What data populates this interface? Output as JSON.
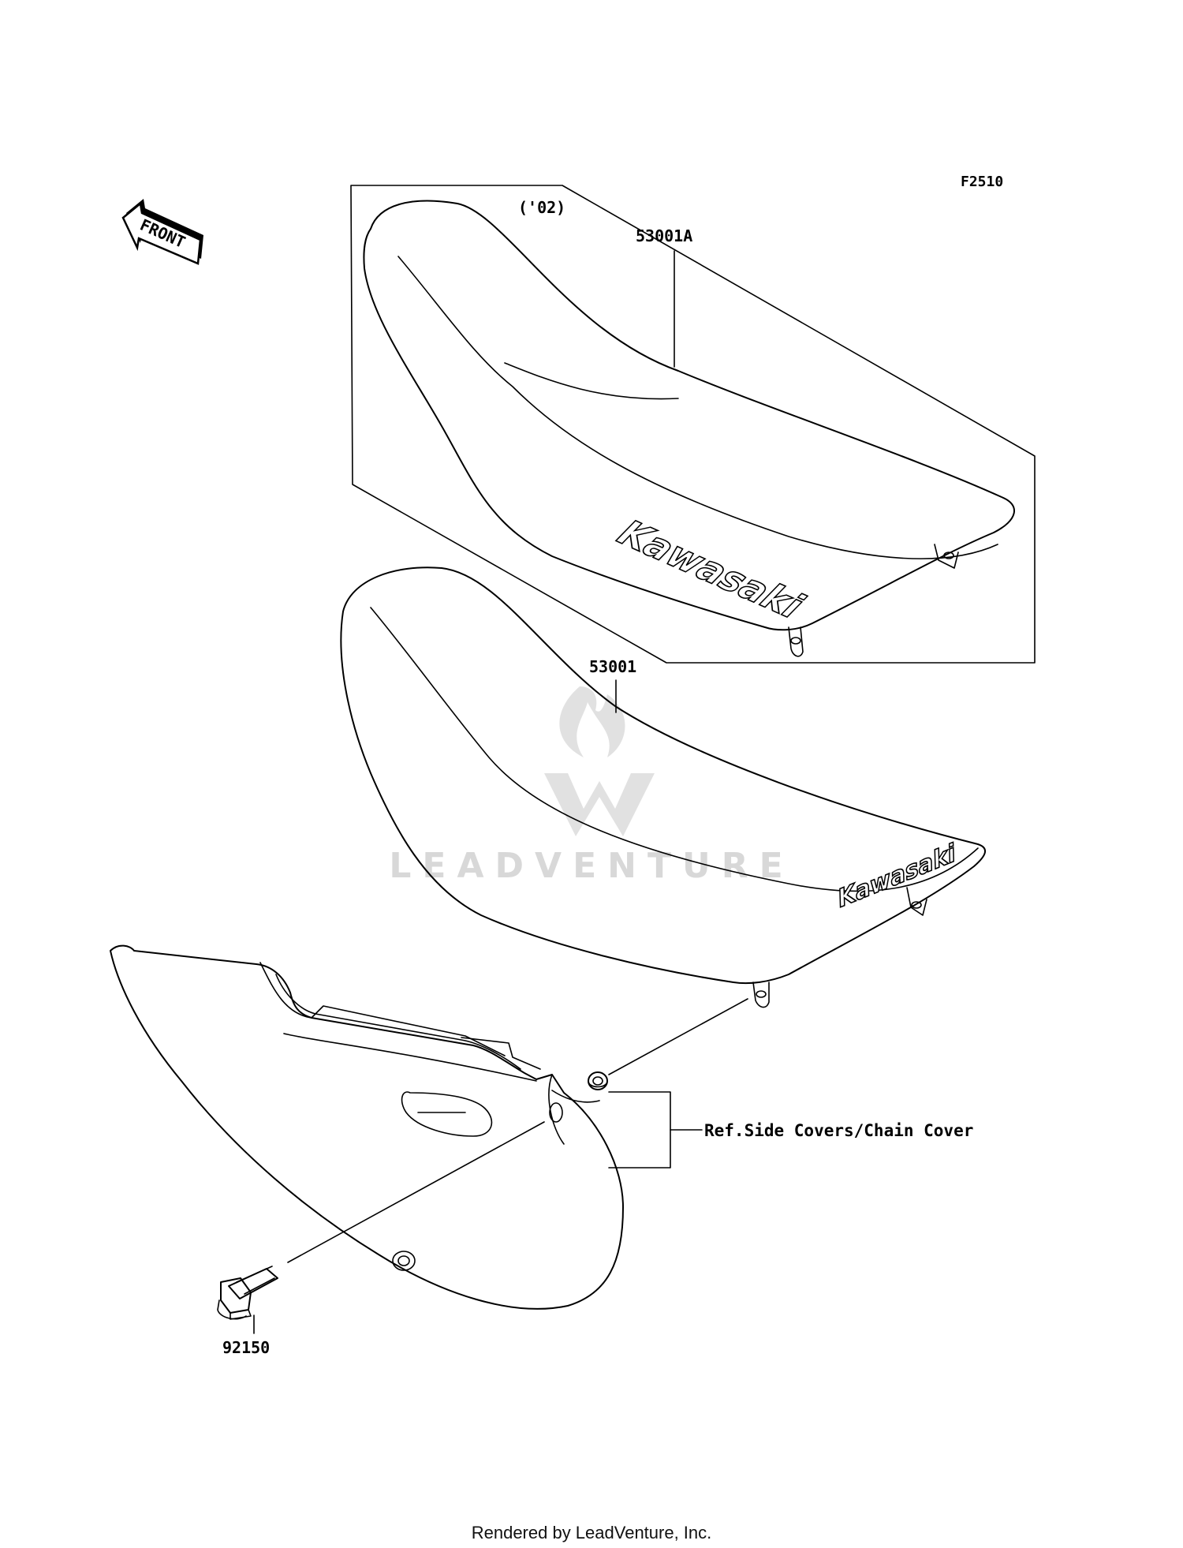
{
  "figure_code": "F2510",
  "front_label": "FRONT",
  "year_note": "('02)",
  "parts": [
    {
      "number": "53001A",
      "description_icon": "seat-alt-icon"
    },
    {
      "number": "53001",
      "description_icon": "seat-icon"
    },
    {
      "number": "92150",
      "description_icon": "bolt-icon"
    }
  ],
  "reference_note": "Ref.Side Covers/Chain Cover",
  "brand_mark": "Kawasaki",
  "watermark": "LEADVENTURE",
  "footer": "Rendered by LeadVenture, Inc."
}
